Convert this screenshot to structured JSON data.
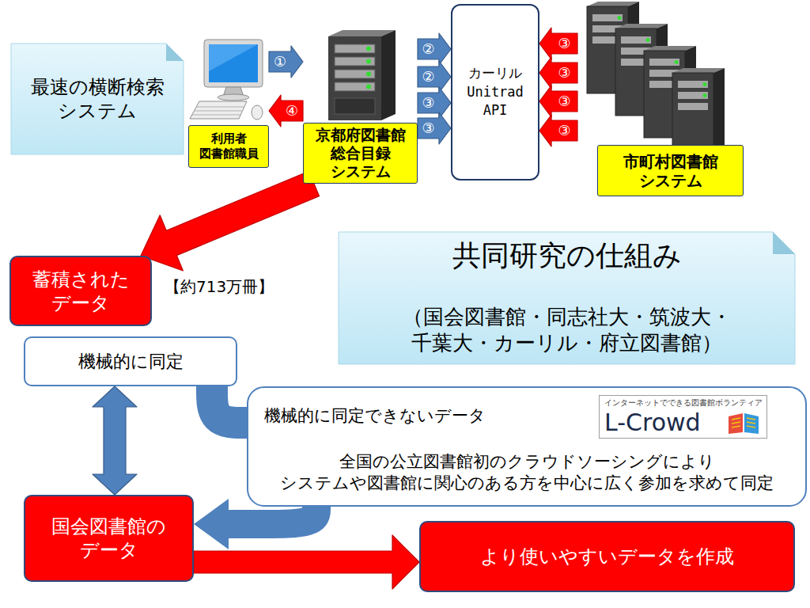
{
  "diagram": {
    "nodes": [
      {
        "text": [
          "最速の横断検索 システム"
        ]
      },
      {
        "text": [
          "利用者 図書館職員"
        ]
      },
      {
        "text": [
          "京都府図書館 総合目録 システム"
        ]
      },
      {
        "text": [
          "カーリル Unitrad API"
        ]
      },
      {
        "text": [
          "市町村図書館 システム"
        ]
      },
      {
        "text": [
          "蓄積された データ"
        ]
      },
      {
        "text": [
          "共同研究の仕組み",
          "（国会図書館・同志社大・筑波大・ 千葉大・カーリル・府立図書館）"
        ]
      },
      {
        "text": [
          "機械的に同定"
        ]
      },
      {
        "text": [
          "機械的に同定できないデータ",
          "全国の公立図書館初のクラウドソーシングにより システムや図書館に関心のある方を中心に広く参加を求めて同定"
        ]
      },
      {
        "text": [
          "インターネットでできる図書館ボランティア",
          "L-Crowd"
        ],
        "in": 8
      },
      {
        "text": [
          "国会図書館の データ"
        ]
      },
      {
        "text": [
          "より使いやすいデータを作成"
        ]
      }
    ],
    "edges": [
      {
        "from": 1,
        "to": 2,
        "label": "①",
        "arrow": "to"
      },
      {
        "from": 2,
        "to": 3,
        "label": "②",
        "arrow": "to"
      },
      {
        "from": 2,
        "to": 3,
        "label": "②",
        "arrow": "to"
      },
      {
        "from": 2,
        "to": 3,
        "label": "③",
        "arrow": "to"
      },
      {
        "from": 2,
        "to": 3,
        "label": "③",
        "arrow": "to"
      },
      {
        "from": 4,
        "to": 3,
        "label": "③",
        "arrow": "to"
      },
      {
        "from": 4,
        "to": 3,
        "label": "③",
        "arrow": "to"
      },
      {
        "from": 4,
        "to": 3,
        "label": "③",
        "arrow": "to"
      },
      {
        "from": 4,
        "to": 3,
        "label": "③",
        "arrow": "to"
      },
      {
        "from": 2,
        "to": 1,
        "label": "④",
        "arrow": "to"
      },
      {
        "from": 2,
        "to": 5,
        "arrow": "to"
      },
      {
        "from": 7,
        "to": 10,
        "arrow": "both"
      },
      {
        "from": 7,
        "to": 8,
        "arrow": "none"
      },
      {
        "from": 8,
        "to": 10,
        "arrow": "to"
      },
      {
        "from": 10,
        "to": 11,
        "arrow": "to"
      }
    ],
    "labels": [
      "【約713万冊】"
    ]
  }
}
